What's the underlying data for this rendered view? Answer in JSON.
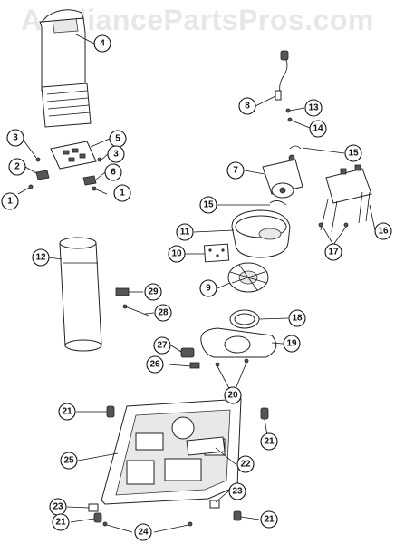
{
  "watermark": "AppliancePartsPros.com",
  "callouts": [
    {
      "id": "c4",
      "label": "4"
    },
    {
      "id": "c8",
      "label": "8"
    },
    {
      "id": "c13",
      "label": "13"
    },
    {
      "id": "c14",
      "label": "14"
    },
    {
      "id": "c3a",
      "label": "3"
    },
    {
      "id": "c5",
      "label": "5"
    },
    {
      "id": "c3b",
      "label": "3"
    },
    {
      "id": "c2",
      "label": "2"
    },
    {
      "id": "c6",
      "label": "6"
    },
    {
      "id": "c1a",
      "label": "1"
    },
    {
      "id": "c1b",
      "label": "1"
    },
    {
      "id": "c15a",
      "label": "15"
    },
    {
      "id": "c7",
      "label": "7"
    },
    {
      "id": "c15b",
      "label": "15"
    },
    {
      "id": "c16",
      "label": "16"
    },
    {
      "id": "c11",
      "label": "11"
    },
    {
      "id": "c17",
      "label": "17"
    },
    {
      "id": "c10",
      "label": "10"
    },
    {
      "id": "c12",
      "label": "12"
    },
    {
      "id": "c9",
      "label": "9"
    },
    {
      "id": "c29",
      "label": "29"
    },
    {
      "id": "c28",
      "label": "28"
    },
    {
      "id": "c18",
      "label": "18"
    },
    {
      "id": "c19",
      "label": "19"
    },
    {
      "id": "c27",
      "label": "27"
    },
    {
      "id": "c26",
      "label": "26"
    },
    {
      "id": "c20",
      "label": "20"
    },
    {
      "id": "c21a",
      "label": "21"
    },
    {
      "id": "c21b",
      "label": "21"
    },
    {
      "id": "c25",
      "label": "25"
    },
    {
      "id": "c22",
      "label": "22"
    },
    {
      "id": "c23a",
      "label": "23"
    },
    {
      "id": "c23b",
      "label": "23"
    },
    {
      "id": "c21c",
      "label": "21"
    },
    {
      "id": "c21d",
      "label": "21"
    },
    {
      "id": "c24",
      "label": "24"
    }
  ]
}
